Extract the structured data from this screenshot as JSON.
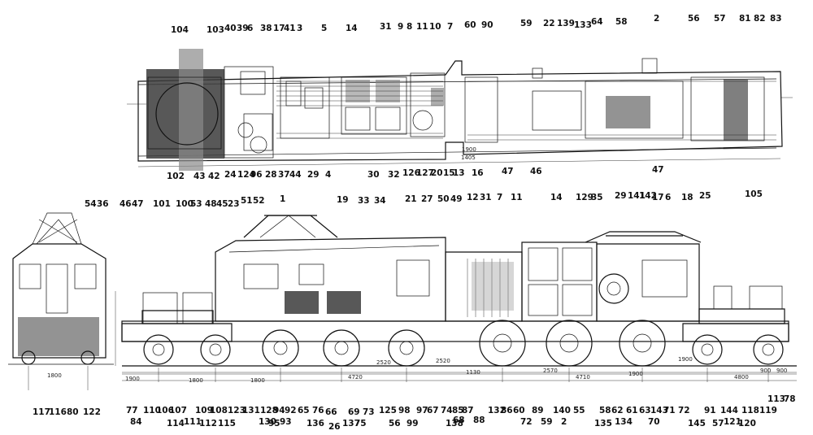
{
  "drawing": {
    "plan_labels": [
      {
        "text": "104"
      },
      {
        "text": "103"
      },
      {
        "text": "40"
      },
      {
        "text": "39"
      },
      {
        "text": "6"
      },
      {
        "text": "38"
      },
      {
        "text": "17"
      },
      {
        "text": "41"
      },
      {
        "text": "3"
      },
      {
        "text": "5"
      },
      {
        "text": "14"
      },
      {
        "text": "31"
      },
      {
        "text": "9"
      },
      {
        "text": "8"
      },
      {
        "text": "11"
      },
      {
        "text": "10"
      },
      {
        "text": "7"
      },
      {
        "text": "60"
      },
      {
        "text": "90"
      },
      {
        "text": "59"
      },
      {
        "text": "22"
      },
      {
        "text": "139"
      },
      {
        "text": "133"
      },
      {
        "text": "64"
      },
      {
        "text": "58"
      },
      {
        "text": "2"
      },
      {
        "text": "56"
      },
      {
        "text": "57"
      },
      {
        "text": "81"
      },
      {
        "text": "82"
      },
      {
        "text": "83"
      },
      {
        "text": "102"
      },
      {
        "text": "43"
      },
      {
        "text": "42"
      },
      {
        "text": "24"
      },
      {
        "text": "124"
      },
      {
        "text": "96"
      },
      {
        "text": "28"
      },
      {
        "text": "37"
      },
      {
        "text": "44"
      },
      {
        "text": "29"
      },
      {
        "text": "4"
      },
      {
        "text": "30"
      },
      {
        "text": "32"
      },
      {
        "text": "126"
      },
      {
        "text": "127"
      },
      {
        "text": "20"
      },
      {
        "text": "15"
      },
      {
        "text": "13"
      },
      {
        "text": "16"
      },
      {
        "text": "47"
      },
      {
        "text": "46"
      },
      {
        "text": "47"
      }
    ],
    "elevation_labels": [
      {
        "text": "54"
      },
      {
        "text": "36"
      },
      {
        "text": "46"
      },
      {
        "text": "47"
      },
      {
        "text": "101"
      },
      {
        "text": "100"
      },
      {
        "text": "53"
      },
      {
        "text": "48"
      },
      {
        "text": "45"
      },
      {
        "text": "23"
      },
      {
        "text": "51"
      },
      {
        "text": "52"
      },
      {
        "text": "1"
      },
      {
        "text": "19"
      },
      {
        "text": "33"
      },
      {
        "text": "34"
      },
      {
        "text": "21"
      },
      {
        "text": "27"
      },
      {
        "text": "50"
      },
      {
        "text": "49"
      },
      {
        "text": "12"
      },
      {
        "text": "31"
      },
      {
        "text": "7"
      },
      {
        "text": "11"
      },
      {
        "text": "14"
      },
      {
        "text": "129"
      },
      {
        "text": "35"
      },
      {
        "text": "29"
      },
      {
        "text": "141"
      },
      {
        "text": "142"
      },
      {
        "text": "17"
      },
      {
        "text": "6"
      },
      {
        "text": "18"
      },
      {
        "text": "25"
      },
      {
        "text": "105"
      }
    ],
    "bottom_labels": [
      {
        "text": "117"
      },
      {
        "text": "116"
      },
      {
        "text": "80"
      },
      {
        "text": "122"
      },
      {
        "text": "77"
      },
      {
        "text": "84"
      },
      {
        "text": "110"
      },
      {
        "text": "106"
      },
      {
        "text": "107"
      },
      {
        "text": "114"
      },
      {
        "text": "111"
      },
      {
        "text": "109"
      },
      {
        "text": "112"
      },
      {
        "text": "108"
      },
      {
        "text": "115"
      },
      {
        "text": "123"
      },
      {
        "text": "131"
      },
      {
        "text": "128"
      },
      {
        "text": "130"
      },
      {
        "text": "94"
      },
      {
        "text": "95"
      },
      {
        "text": "93"
      },
      {
        "text": "92"
      },
      {
        "text": "65"
      },
      {
        "text": "76"
      },
      {
        "text": "136"
      },
      {
        "text": "66"
      },
      {
        "text": "26"
      },
      {
        "text": "69"
      },
      {
        "text": "137"
      },
      {
        "text": "73"
      },
      {
        "text": "75"
      },
      {
        "text": "125"
      },
      {
        "text": "98"
      },
      {
        "text": "56"
      },
      {
        "text": "99"
      },
      {
        "text": "97"
      },
      {
        "text": "67"
      },
      {
        "text": "74"
      },
      {
        "text": "85"
      },
      {
        "text": "138"
      },
      {
        "text": "87"
      },
      {
        "text": "68"
      },
      {
        "text": "88"
      },
      {
        "text": "132"
      },
      {
        "text": "86"
      },
      {
        "text": "60"
      },
      {
        "text": "72"
      },
      {
        "text": "89"
      },
      {
        "text": "59"
      },
      {
        "text": "140"
      },
      {
        "text": "2"
      },
      {
        "text": "55"
      },
      {
        "text": "58"
      },
      {
        "text": "62"
      },
      {
        "text": "135"
      },
      {
        "text": "134"
      },
      {
        "text": "61"
      },
      {
        "text": "63"
      },
      {
        "text": "143"
      },
      {
        "text": "70"
      },
      {
        "text": "71"
      },
      {
        "text": "72"
      },
      {
        "text": "145"
      },
      {
        "text": "91"
      },
      {
        "text": "144"
      },
      {
        "text": "57"
      },
      {
        "text": "121"
      },
      {
        "text": "118"
      },
      {
        "text": "119"
      },
      {
        "text": "120"
      },
      {
        "text": "113"
      },
      {
        "text": "78"
      },
      {
        "text": "79"
      }
    ],
    "dimension_labels": [
      {
        "text": "1900"
      },
      {
        "text": "1405"
      },
      {
        "text": "1900"
      },
      {
        "text": "1800"
      },
      {
        "text": "1800"
      },
      {
        "text": "2520"
      },
      {
        "text": "4720"
      },
      {
        "text": "2520"
      },
      {
        "text": "1130"
      },
      {
        "text": "2570"
      },
      {
        "text": "4710"
      },
      {
        "text": "1900"
      },
      {
        "text": "1900"
      },
      {
        "text": "4800"
      },
      {
        "text": "1800"
      },
      {
        "text": "900"
      },
      {
        "text": "900"
      }
    ]
  }
}
